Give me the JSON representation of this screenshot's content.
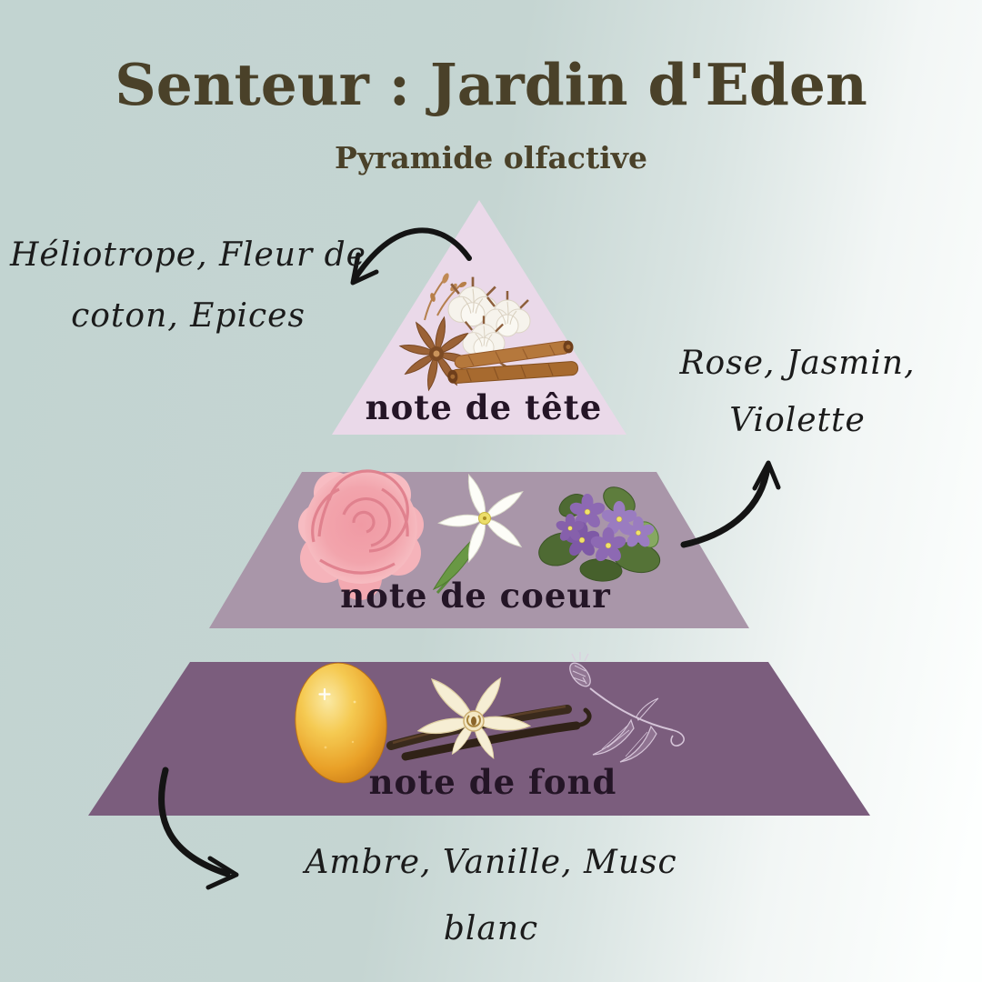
{
  "title": "Senteur : Jardin d'Eden",
  "subtitle": "Pyramide olfactive",
  "pyramid": {
    "levels": [
      {
        "label": "note de tête",
        "color": "#ead9e9",
        "icons": [
          "star-anise-icon",
          "cotton-flower-icon",
          "cinnamon-sticks-icon"
        ]
      },
      {
        "label": "note de coeur",
        "color": "#a996a9",
        "icons": [
          "rose-icon",
          "jasmine-flower-icon",
          "violet-flowers-icon"
        ]
      },
      {
        "label": "note de fond",
        "color": "#7b5d7d",
        "icons": [
          "amber-stone-icon",
          "vanilla-flower-icon",
          "white-musk-sketch-icon"
        ]
      }
    ]
  },
  "annotations": {
    "top": {
      "lines": [
        "Héliotrope, Fleur de",
        "coton, Epices"
      ]
    },
    "middle": {
      "lines": [
        "Rose, Jasmin,",
        "Violette"
      ]
    },
    "bottom": {
      "lines": [
        "Ambre, Vanille, Musc",
        "blanc"
      ]
    }
  },
  "colors": {
    "background_left": "#c2d4d1",
    "background_right": "#fdfffe",
    "title_text": "#4a4129",
    "level_top": "#ead9e9",
    "level_middle": "#a996a9",
    "level_bottom": "#7b5d7d",
    "level_label_text": "#241526",
    "annotation_text": "#1b1b1b",
    "arrow": "#141414"
  }
}
